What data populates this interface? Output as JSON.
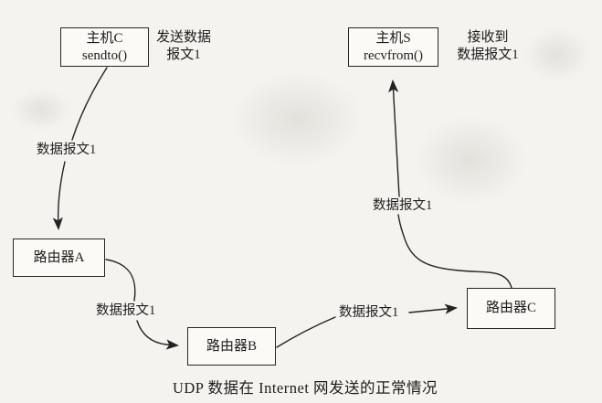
{
  "page": {
    "background": "#f4f3ef",
    "ink": "#1d1d1d",
    "box_fill": "#fbfaf7"
  },
  "diagram": {
    "nodes": {
      "host_c": {
        "title": "主机C",
        "subtitle": "sendto()"
      },
      "host_s": {
        "title": "主机S",
        "subtitle": "recvfrom()"
      },
      "router_a": {
        "title": "路由器A"
      },
      "router_b": {
        "title": "路由器B"
      },
      "router_c": {
        "title": "路由器C"
      }
    },
    "annotations": {
      "send_line1": "发送数据",
      "send_line2": "报文1",
      "recv_line1": "接收到",
      "recv_line2": "数据报文1"
    },
    "edge_labels": {
      "hostc_to_routera": "数据报文1",
      "routera_to_routerb": "数据报文1",
      "routerb_to_routerc": "数据报文1",
      "routerc_to_hosts": "数据报文1"
    },
    "caption": "UDP 数据在 Internet 网发送的正常情况"
  }
}
